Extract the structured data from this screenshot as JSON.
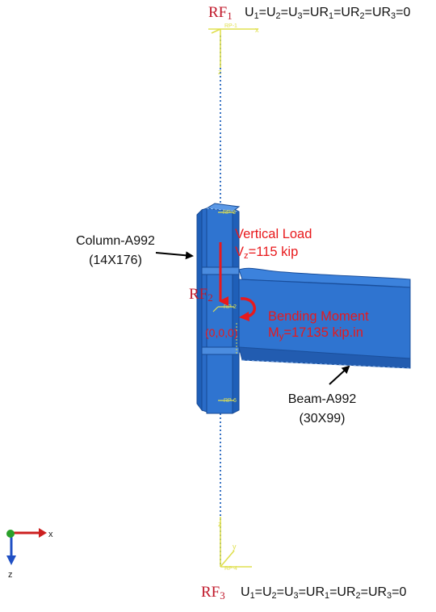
{
  "rf1": {
    "name": "RF",
    "sub": "1",
    "bc": "U1=U2=U3=UR1=UR2=UR3=0"
  },
  "rf2": {
    "name": "RF",
    "sub": "2"
  },
  "rf3": {
    "name": "RF",
    "sub": "3",
    "bc": "U1=U2=U3=UR1=UR2=UR3=0"
  },
  "column": {
    "name": "Column-A992",
    "section": "(14X176)"
  },
  "beam": {
    "name": "Beam-A992",
    "section": "(30X99)"
  },
  "vertical_load": {
    "title": "Vertical Load",
    "symbol": "V",
    "sub": "z",
    "value": "=115 kip"
  },
  "bending_moment": {
    "title": "Bending Moment",
    "symbol": "M",
    "sub": "y",
    "value": "=17135 kip.in"
  },
  "origin": "(0,0,0)",
  "ref_points": [
    "RP-1",
    "RP-2",
    "RP-3",
    "RP-4",
    "RP-5",
    "RP-6"
  ],
  "triad": {
    "x": "x",
    "z": "z"
  },
  "colors": {
    "steel": "#2f74d0",
    "steel_dark": "#1a4f9c",
    "load": "#e8191c",
    "rp_marker": "#e0e050",
    "dotted_line": "#3a74c4",
    "triad_x": "#cc1f1f",
    "triad_z": "#1f4fc4",
    "triad_y": "#2aa02a"
  }
}
